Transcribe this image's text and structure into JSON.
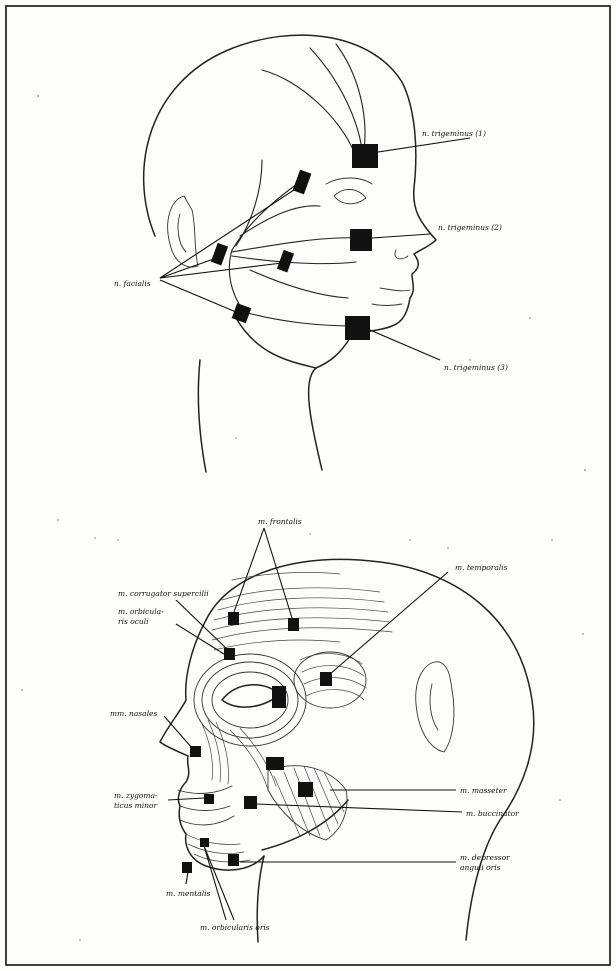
{
  "top_figure": {
    "labels": {
      "trigeminus1": "n. trigeminus (1)",
      "trigeminus2": "n. trigeminus (2)",
      "facialis": "n. facialis",
      "trigeminus3": "n. trigeminus (3)"
    }
  },
  "bottom_figure": {
    "labels": {
      "frontalis": "m. frontalis",
      "temporalis": "m. temporalis",
      "corrugator_line1": "m. corrugator supercilii",
      "orbicularis_oculi_line1": "m. orbicula-",
      "orbicularis_oculi_line2": "ris oculi",
      "nasalis": "mm. nasales",
      "masseter": "m. masseter",
      "zygomaticus_line1": "m. zygoma-",
      "zygomaticus_line2": "ticus minor",
      "buccinator": "m. buccinator",
      "depressor_line1": "m. depressor",
      "depressor_line2": "anguli oris",
      "mentalis": "m. mentalis",
      "orbicularis_oris": "m. orbicularis oris"
    }
  },
  "colors": {
    "ink": "#111111",
    "paper": "#fdfdfb"
  }
}
